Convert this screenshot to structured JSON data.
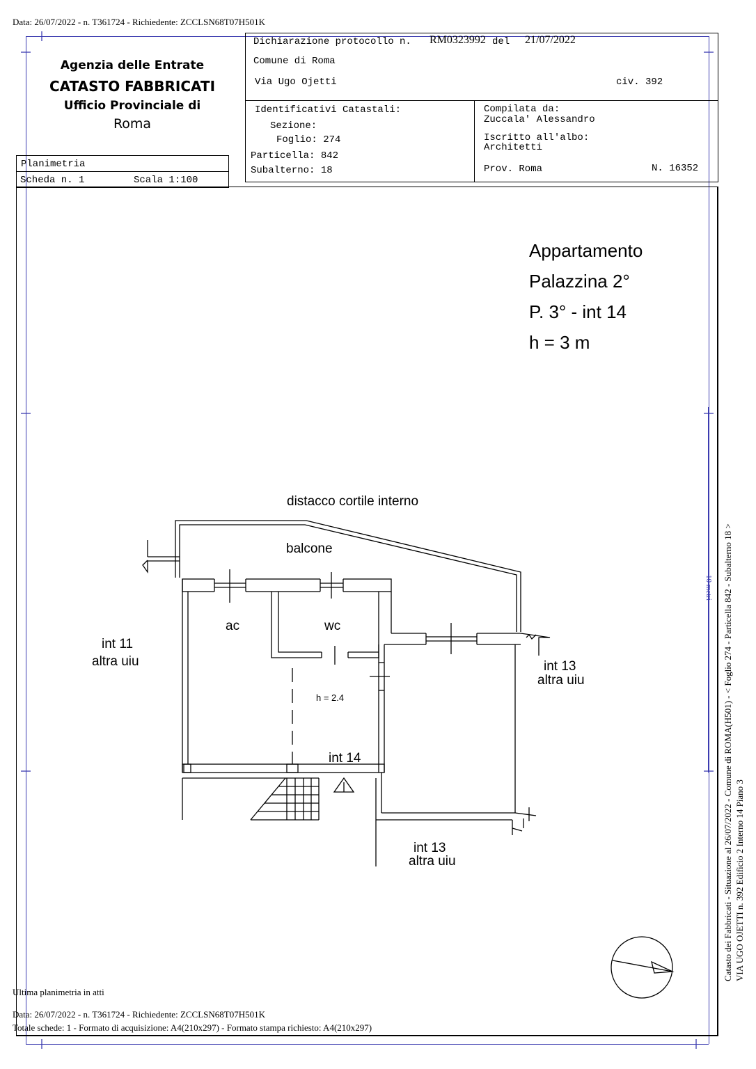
{
  "top_line": "Data: 26/07/2022 - n. T361724 - Richiedente: ZCCLSN68T07H501K",
  "agency": {
    "line1": "Agenzia delle Entrate",
    "line2": "CATASTO FABBRICATI",
    "line3": "Ufficio Provinciale di",
    "line4": "Roma"
  },
  "header": {
    "protocol_label": "Dichiarazione protocollo n.",
    "protocol_number": "RM0323992",
    "protocol_del": "del",
    "protocol_date": "21/07/2022",
    "comune": "Comune di Roma",
    "street": "Via Ugo Ojetti",
    "civ": "civ. 392"
  },
  "identifiers": {
    "title": "Identificativi Catastali:",
    "sezione": "Sezione:",
    "foglio": "Foglio: 274",
    "particella": "Particella: 842",
    "subalterno": "Subalterno: 18"
  },
  "compiler": {
    "compiled_label": "Compilata da:",
    "compiled_name": "Zuccala' Alessandro",
    "albo_label": "Iscritto all'albo:",
    "albo_value": "Architetti",
    "prov": "Prov. Roma",
    "number": "N. 16352"
  },
  "planimetria": {
    "label": "Planimetria",
    "scheda": "Scheda n. 1",
    "scala": "Scala 1:100"
  },
  "title_block": {
    "line1": "Appartamento",
    "line2": "Palazzina 2°",
    "line3": "P. 3° - int 14",
    "line4": "h = 3 m"
  },
  "plan_labels": {
    "distacco": "distacco cortile interno",
    "balcone": "balcone",
    "ac": "ac",
    "wc": "wc",
    "int11_a": "int 11",
    "int11_b": "altra uiu",
    "int13_right_a": "int 13",
    "int13_right_b": "altra uiu",
    "h24": "h = 2.4",
    "int14": "int 14",
    "int13_bottom_a": "int 13",
    "int13_bottom_b": "altra uiu"
  },
  "scale_bar_label": "10 metri",
  "side_text": {
    "line1": "Catasto dei Fabbricati - Situazione al 26/07/2022 - Comune di ROMA(H501) - < Foglio 274 - Particella 842 - Subalterno 18 >",
    "line2": "VIA UGO OJETTI n. 392 Edificio 2 Interno 14 Piano 3"
  },
  "footer": {
    "last": "Ultima planimetria in atti",
    "data": "Data: 26/07/2022 - n. T361724 - Richiedente: ZCCLSN68T07H501K",
    "totale": "Totale schede: 1 - Formato di acquisizione: A4(210x297) - Formato stampa richiesto: A4(210x297)"
  }
}
